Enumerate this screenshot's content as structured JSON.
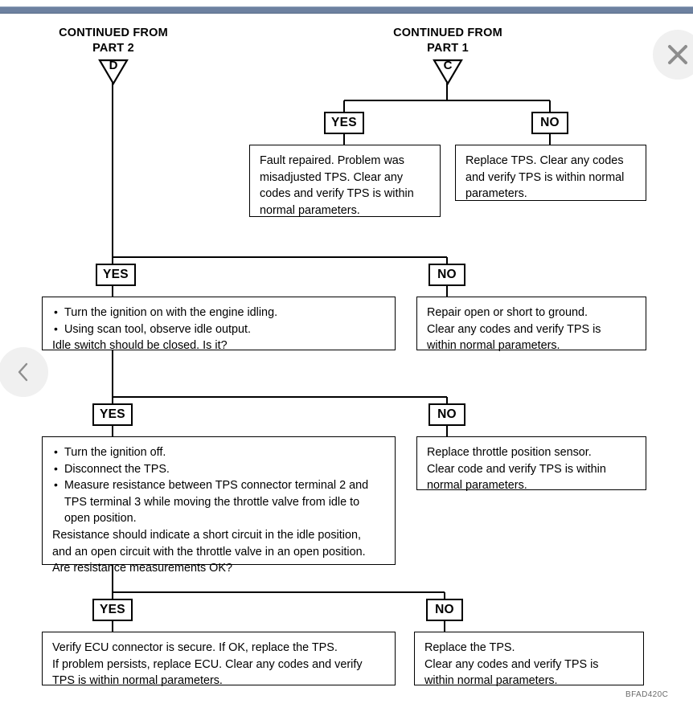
{
  "viewer": {
    "prev_label": "Previous",
    "prev_icon": "chevron-left-icon",
    "close_label": "Close",
    "close_icon": "close-icon",
    "accent_bar_color": "#6d81a0"
  },
  "diagram": {
    "figure_code": "BFAD420C",
    "connectors": [
      {
        "id": "D",
        "title_line1": "CONTINUED FROM",
        "title_line2": "PART 2",
        "letter": "D"
      },
      {
        "id": "C",
        "title_line1": "CONTINUED FROM",
        "title_line2": "PART 1",
        "letter": "C"
      }
    ],
    "labels": {
      "yes": "YES",
      "no": "NO"
    },
    "branches": {
      "c_yes": {
        "label": "YES",
        "lines": [
          "Fault repaired. Problem was",
          "misadjusted TPS. Clear any",
          "codes and verify TPS is within",
          "normal parameters."
        ]
      },
      "c_no": {
        "label": "NO",
        "lines": [
          "Replace TPS. Clear any codes",
          "and verify TPS is within normal",
          "parameters."
        ]
      },
      "step1_yes": {
        "label": "YES",
        "bullets": [
          "Turn the ignition on with the engine idling.",
          "Using scan tool, observe idle output."
        ],
        "lines": [
          "Idle switch should be closed. Is it?"
        ]
      },
      "step1_no": {
        "label": "NO",
        "lines": [
          "Repair open or short to ground.",
          "Clear any codes and verify TPS is",
          "within normal parameters."
        ]
      },
      "step2_yes": {
        "label": "YES",
        "bullets": [
          "Turn the ignition off.",
          "Disconnect the TPS.",
          "Measure resistance between TPS connector terminal 2 and TPS terminal 3 while moving the throttle valve from idle to open position."
        ],
        "lines": [
          "Resistance should indicate a short circuit in the idle position,",
          "and an open circuit with the throttle valve in an open position.",
          "Are resistance measurements OK?"
        ]
      },
      "step2_no": {
        "label": "NO",
        "lines": [
          "Replace throttle position sensor.",
          "Clear code and verify TPS is within",
          "normal parameters."
        ]
      },
      "step3_yes": {
        "label": "YES",
        "lines": [
          "Verify ECU connector is secure. If OK, replace the TPS.",
          "If problem persists, replace ECU. Clear any codes and verify",
          "TPS is within normal parameters."
        ]
      },
      "step3_no": {
        "label": "NO",
        "lines": [
          "Replace the TPS.",
          "Clear any codes and verify TPS is",
          "within normal parameters."
        ]
      }
    }
  }
}
